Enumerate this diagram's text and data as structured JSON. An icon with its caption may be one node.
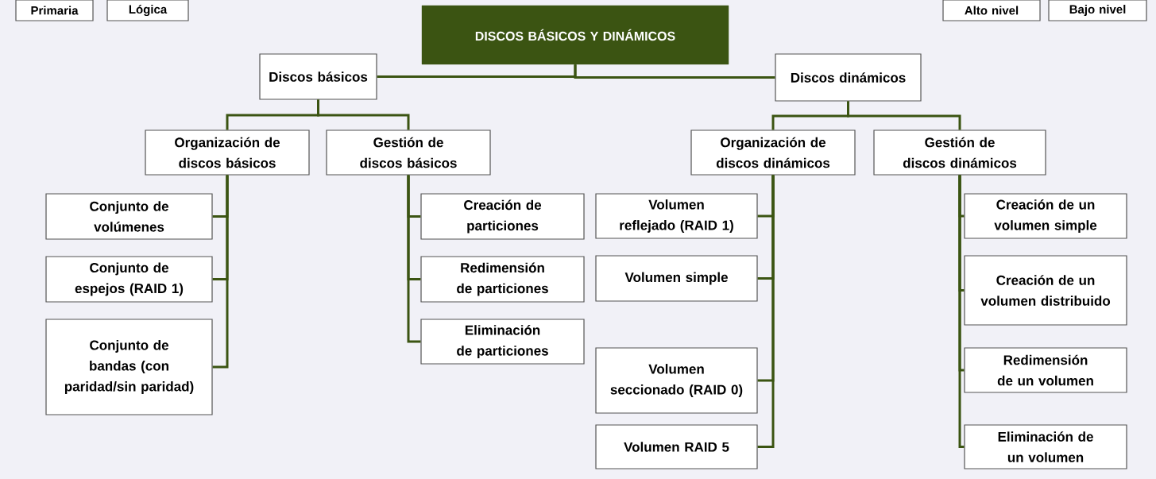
{
  "diagram": {
    "nodes": [
      {
        "text": [
          "Primaria"
        ]
      },
      {
        "text": [
          "Lógica"
        ]
      },
      {
        "text": [
          "Alto nivel"
        ]
      },
      {
        "text": [
          "Bajo nivel"
        ]
      },
      {
        "text": [
          "DISCOS BÁSICOS Y DINÁMICOS"
        ]
      },
      {
        "text": [
          "Discos básicos"
        ]
      },
      {
        "text": [
          "Discos dinámicos"
        ]
      },
      {
        "text": [
          "Organización de discos básicos"
        ]
      },
      {
        "text": [
          "Gestión de discos básicos"
        ]
      },
      {
        "text": [
          "Organización de discos dinámicos"
        ]
      },
      {
        "text": [
          "Gestión de discos dinámicos"
        ]
      },
      {
        "text": [
          "Conjunto de volúmenes"
        ]
      },
      {
        "text": [
          "Conjunto de espejos (RAID 1)"
        ]
      },
      {
        "text": [
          "Conjunto de bandas (con paridad/sin paridad)"
        ]
      },
      {
        "text": [
          "Creación de particiones"
        ]
      },
      {
        "text": [
          "Redimensión de particiones"
        ]
      },
      {
        "text": [
          "Eliminación de particiones"
        ]
      },
      {
        "text": [
          "Volumen reflejado (RAID 1)"
        ]
      },
      {
        "text": [
          "Volumen simple"
        ]
      },
      {
        "text": [
          "Volumen seccionado (RAID 0)"
        ]
      },
      {
        "text": [
          "Volumen RAID 5"
        ]
      },
      {
        "text": [
          "Creación de un volumen simple"
        ]
      },
      {
        "text": [
          "Creación de un volumen distribuido"
        ]
      },
      {
        "text": [
          "Redimensión de un volumen"
        ]
      },
      {
        "text": [
          "Eliminación de un volumen"
        ]
      }
    ],
    "edges": [
      {
        "from": 4,
        "to": 5,
        "arrow": "none"
      },
      {
        "from": 4,
        "to": 6,
        "arrow": "none"
      },
      {
        "from": 5,
        "to": 7,
        "arrow": "none"
      },
      {
        "from": 5,
        "to": 8,
        "arrow": "none"
      },
      {
        "from": 6,
        "to": 9,
        "arrow": "none"
      },
      {
        "from": 6,
        "to": 10,
        "arrow": "none"
      },
      {
        "from": 7,
        "to": 11,
        "arrow": "none"
      },
      {
        "from": 7,
        "to": 12,
        "arrow": "none"
      },
      {
        "from": 7,
        "to": 13,
        "arrow": "none"
      },
      {
        "from": 8,
        "to": 14,
        "arrow": "none"
      },
      {
        "from": 8,
        "to": 15,
        "arrow": "none"
      },
      {
        "from": 8,
        "to": 16,
        "arrow": "none"
      },
      {
        "from": 9,
        "to": 17,
        "arrow": "none"
      },
      {
        "from": 9,
        "to": 18,
        "arrow": "none"
      },
      {
        "from": 9,
        "to": 19,
        "arrow": "none"
      },
      {
        "from": 9,
        "to": 20,
        "arrow": "none"
      },
      {
        "from": 10,
        "to": 21,
        "arrow": "none"
      },
      {
        "from": 10,
        "to": 22,
        "arrow": "none"
      },
      {
        "from": 10,
        "to": 23,
        "arrow": "none"
      },
      {
        "from": 10,
        "to": 24,
        "arrow": "none"
      }
    ]
  }
}
